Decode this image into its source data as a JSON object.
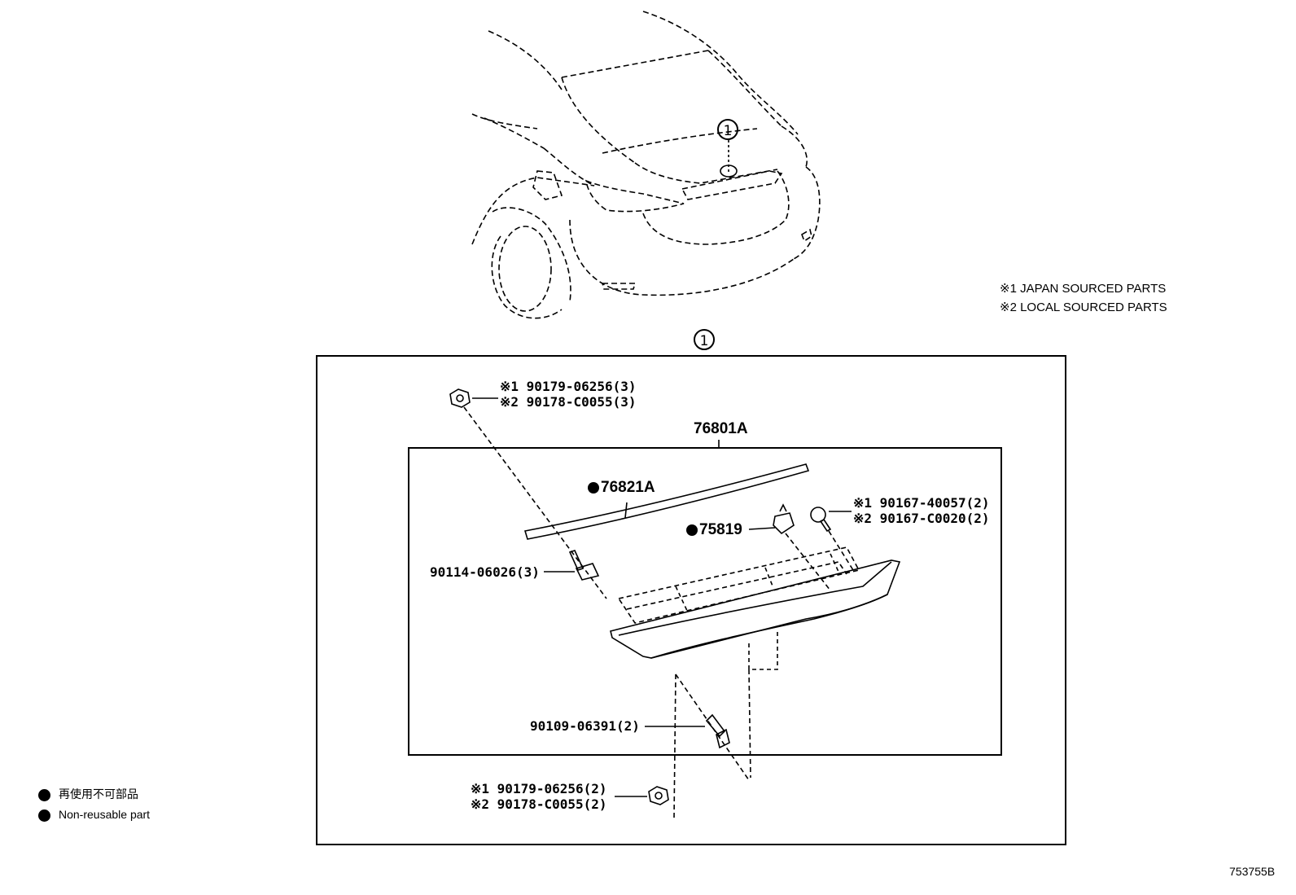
{
  "callout": "1",
  "notes": {
    "japan": "※1 JAPAN SOURCED PARTS",
    "local": "※2 LOCAL SOURCED PARTS"
  },
  "parts": {
    "nut_top_1": "※1 90179-06256(3)",
    "nut_top_2": "※2 90178-C0055(3)",
    "assembly": "76801A",
    "molding": "76821A",
    "clip": "75819",
    "screw_1": "※1 90167-40057(2)",
    "screw_2": "※2 90167-C0020(2)",
    "stud": "90114-06026(3)",
    "bolt": "90109-06391(2)",
    "nut_bottom_1": "※1 90179-06256(2)",
    "nut_bottom_2": "※2 90178-C0055(2)"
  },
  "legend": {
    "jp": "再使用不可部品",
    "en": "Non-reusable part"
  },
  "figure_number": "753755B"
}
